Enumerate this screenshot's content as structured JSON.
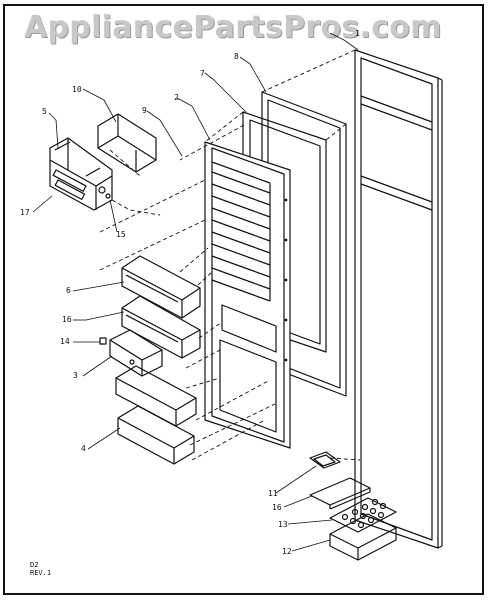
{
  "watermark": "AppliancePartsPros.com",
  "callouts": {
    "c1": "1",
    "c2": "2",
    "c3": "3",
    "c4": "4",
    "c5": "5",
    "c6": "6",
    "c7": "7",
    "c8": "8",
    "c9": "9",
    "c10": "10",
    "c11": "11",
    "c12": "12",
    "c13": "13",
    "c14": "14",
    "c15": "15",
    "c16a": "16",
    "c16b": "16",
    "c17": "17"
  },
  "footer": {
    "code": "D2",
    "rev": "REV.1"
  }
}
